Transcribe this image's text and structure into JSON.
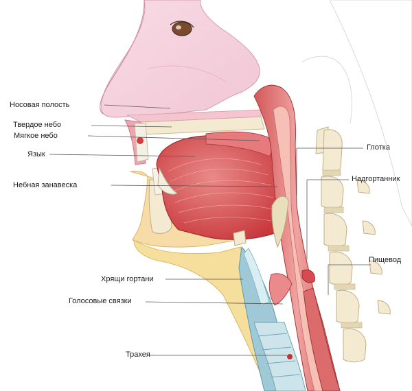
{
  "diagram": {
    "labels": {
      "nasal_cavity": "Носовая полость",
      "hard_palate": "Твердое небо",
      "soft_palate": "Мягкое небо",
      "tongue": "Язык",
      "velum": "Небная занавеска",
      "laryngeal_cartilage": "Хрящи гортани",
      "vocal_cords": "Голосовые связки",
      "trachea": "Трахея",
      "pharynx": "Глотка",
      "epiglottis": "Надгортанник",
      "esophagus": "Пищевод"
    }
  }
}
